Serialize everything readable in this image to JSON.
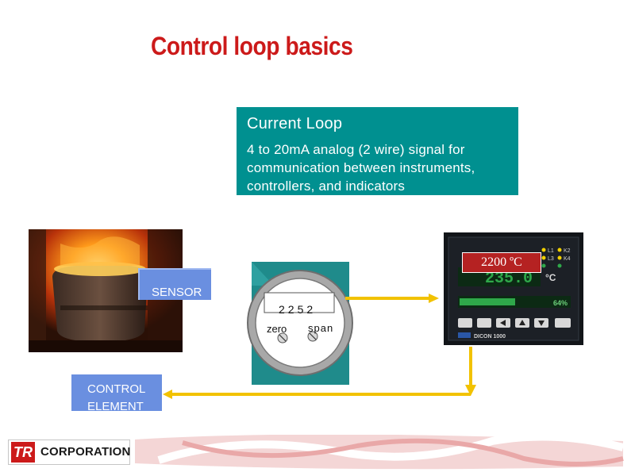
{
  "title": "Control loop basics",
  "callout": {
    "heading": "Current Loop",
    "body": "4 to 20mA analog (2 wire) signal for communication between instruments, controllers, and indicators"
  },
  "sensor": {
    "label": "SENSOR"
  },
  "control_element": {
    "label": "CONTROL ELEMENT"
  },
  "transmitter": {
    "display_value": "2252",
    "zero_label": "zero",
    "span_label": "span"
  },
  "controller": {
    "temperature_label": "2200 ºC",
    "display_value": "235.0",
    "display_unit": "°C",
    "output_percent_text": "64%",
    "output_level": 0.64,
    "brand": "DICON 1000",
    "indicator_labels": [
      "L1",
      "K2",
      "L3",
      "K4"
    ]
  },
  "footer": {
    "company": "CORPORATION",
    "logo_letters": "TR"
  },
  "colors": {
    "title_red": "#cc1a1a",
    "callout_teal": "#009090",
    "label_blue": "#6a8fe0",
    "signal_yellow": "#f2c200",
    "display_green": "#2fa84a"
  }
}
